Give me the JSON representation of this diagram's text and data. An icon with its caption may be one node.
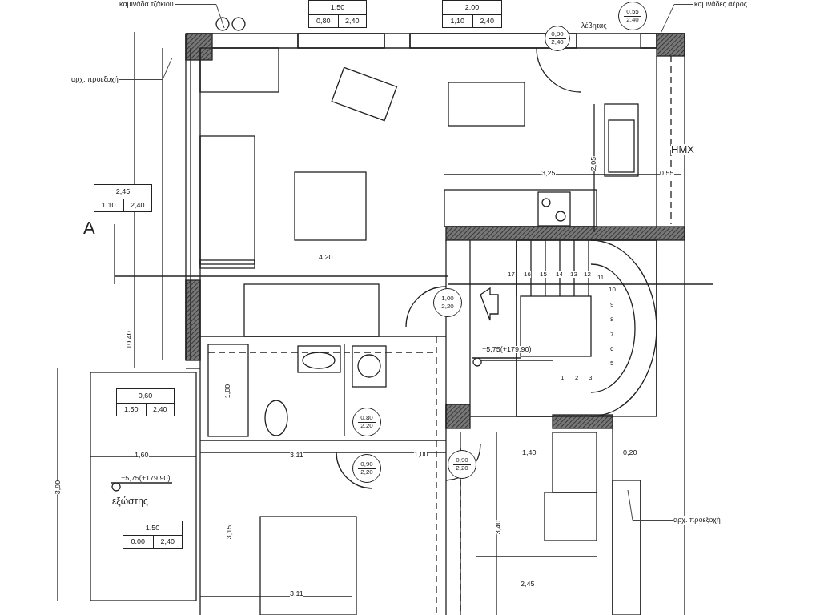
{
  "diagram": {
    "nodes": [
      {
        "text": [
          "καμινάδα τζάκιου"
        ]
      },
      {
        "text": [
          "καμινάδες αέρος"
        ]
      },
      {
        "text": [
          "αρχ. προεξοχή"
        ]
      },
      {
        "text": [
          "αρχ. προεξοχή"
        ]
      },
      {
        "text": [
          "1.50",
          "0,80",
          "2,40"
        ]
      },
      {
        "text": [
          "2.00",
          "1,10",
          "2,40"
        ]
      },
      {
        "text": [
          "2,45",
          "1,10",
          "2,40"
        ]
      },
      {
        "text": [
          "0,60",
          "1.50",
          "2,40"
        ]
      },
      {
        "text": [
          "1.50",
          "0.00",
          "2,40"
        ]
      },
      {
        "text": [
          "0,55",
          "2,40"
        ]
      },
      {
        "text": [
          "0,90",
          "2,40"
        ]
      },
      {
        "text": [
          "1,00",
          "2,20"
        ]
      },
      {
        "text": [
          "0,80",
          "2,20"
        ]
      },
      {
        "text": [
          "0,90",
          "2,20"
        ]
      },
      {
        "text": [
          "0,90",
          "2,20"
        ]
      }
    ],
    "edges": [
      {
        "from": 0,
        "to": null,
        "arrow": "none"
      },
      {
        "from": 1,
        "to": null,
        "arrow": "none"
      },
      {
        "from": 2,
        "to": null,
        "arrow": "none"
      },
      {
        "from": 3,
        "to": null,
        "arrow": "none"
      }
    ],
    "labels": [
      "λέβητας",
      "HMX",
      "3,25",
      "2,05",
      "0,55",
      "A",
      "4,20",
      "17",
      "16",
      "15",
      "14",
      "13",
      "12",
      "11",
      "10",
      "9",
      "8",
      "7",
      "6",
      "5",
      "1",
      "2",
      "3",
      "10,40",
      "+5,75(+179,90)",
      "1,80",
      "1,60",
      "3,11",
      "1,00",
      "1,40",
      "0,20",
      "3,90",
      "+5,75(+179,90)",
      "εξώστης",
      "3,15",
      "3,40",
      "3,11",
      "2,45"
    ]
  }
}
